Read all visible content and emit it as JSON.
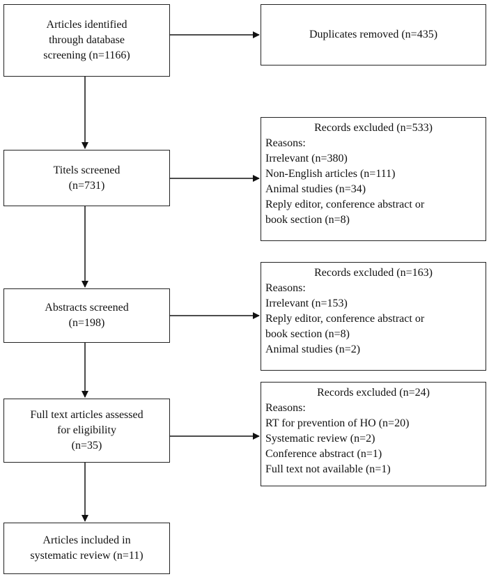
{
  "boxes": {
    "identified": [
      "Articles identified",
      "through database",
      "screening (n=1166)"
    ],
    "duplicates": [
      "Duplicates removed (n=435)"
    ],
    "titles": [
      "Titels screened",
      "(n=731)"
    ],
    "abstracts": [
      "Abstracts screened",
      "(n=198)"
    ],
    "fulltext": [
      "Full text articles assessed",
      "for eligibility",
      "(n=35)"
    ],
    "included": [
      "Articles included in",
      "systematic review (n=11)"
    ]
  },
  "exclusions": {
    "titles": {
      "heading": "Records excluded (n=533)",
      "lines": [
        "Reasons:",
        "Irrelevant (n=380)",
        "Non-English articles (n=111)",
        "Animal studies (n=34)",
        "Reply editor, conference abstract or",
        "book section  (n=8)"
      ]
    },
    "abstracts": {
      "heading": "Records excluded (n=163)",
      "lines": [
        "Reasons:",
        "Irrelevant (n=153)",
        "Reply editor, conference abstract or",
        "book section  (n=8)",
        "Animal studies (n=2)"
      ]
    },
    "fulltext": {
      "heading": "Records excluded (n=24)",
      "lines": [
        "Reasons:",
        "RT for prevention of HO (n=20)",
        "Systematic review (n=2)",
        "Conference abstract (n=1)",
        "Full text not available (n=1)"
      ]
    }
  }
}
